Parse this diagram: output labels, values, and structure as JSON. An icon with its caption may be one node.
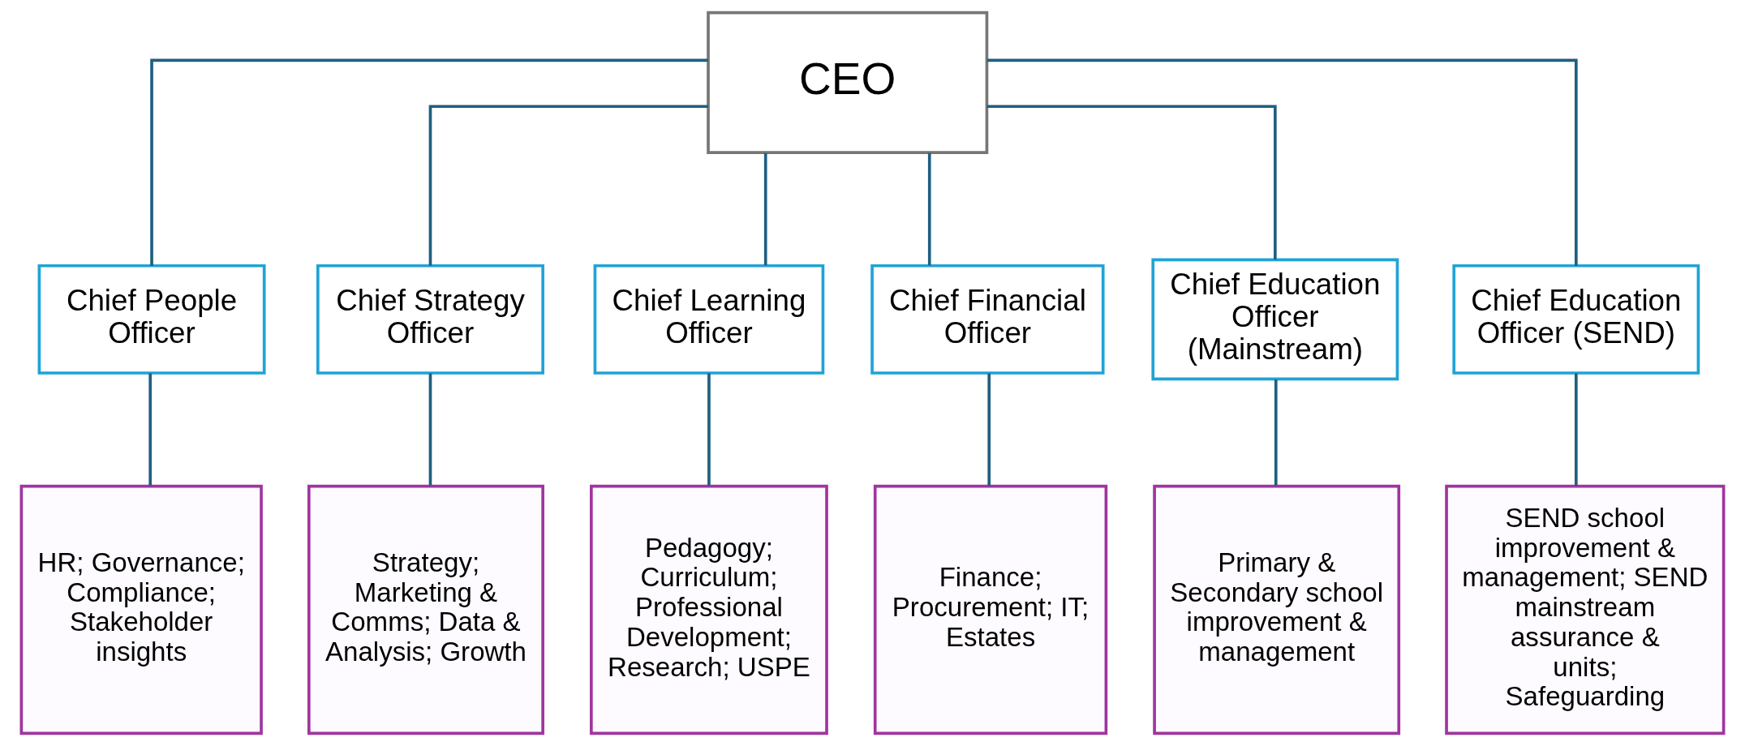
{
  "diagram": {
    "nodes": [
      {
        "text": [
          "CEO"
        ]
      },
      {
        "text": [
          "Chief People Officer"
        ]
      },
      {
        "text": [
          "Chief Strategy Officer"
        ]
      },
      {
        "text": [
          "Chief Learning Officer"
        ]
      },
      {
        "text": [
          "Chief Financial Officer"
        ]
      },
      {
        "text": [
          "Chief Education Officer (Mainstream)"
        ]
      },
      {
        "text": [
          "Chief Education Officer (SEND)"
        ]
      },
      {
        "text": [
          "HR; Governance; Compliance; Stakeholder insights"
        ]
      },
      {
        "text": [
          "Strategy; Marketing & Comms; Data & Analysis; Growth"
        ]
      },
      {
        "text": [
          "Pedagogy; Curriculum; Professional Development; Research; USPE"
        ]
      },
      {
        "text": [
          "Finance; Procurement; IT; Estates"
        ]
      },
      {
        "text": [
          "Primary & Secondary school improvement & management"
        ]
      },
      {
        "text": [
          "SEND school improvement & management; SEND mainstream assurance & units; Safeguarding"
        ]
      }
    ],
    "edges": [
      {
        "from": 0,
        "to": 1,
        "arrow": "none"
      },
      {
        "from": 0,
        "to": 2,
        "arrow": "none"
      },
      {
        "from": 0,
        "to": 3,
        "arrow": "none"
      },
      {
        "from": 0,
        "to": 4,
        "arrow": "none"
      },
      {
        "from": 0,
        "to": 5,
        "arrow": "none"
      },
      {
        "from": 0,
        "to": 6,
        "arrow": "none"
      },
      {
        "from": 1,
        "to": 7,
        "arrow": "none"
      },
      {
        "from": 2,
        "to": 8,
        "arrow": "none"
      },
      {
        "from": 3,
        "to": 9,
        "arrow": "none"
      },
      {
        "from": 4,
        "to": 10,
        "arrow": "none"
      },
      {
        "from": 5,
        "to": 11,
        "arrow": "none"
      },
      {
        "from": 6,
        "to": 12,
        "arrow": "none"
      }
    ]
  }
}
